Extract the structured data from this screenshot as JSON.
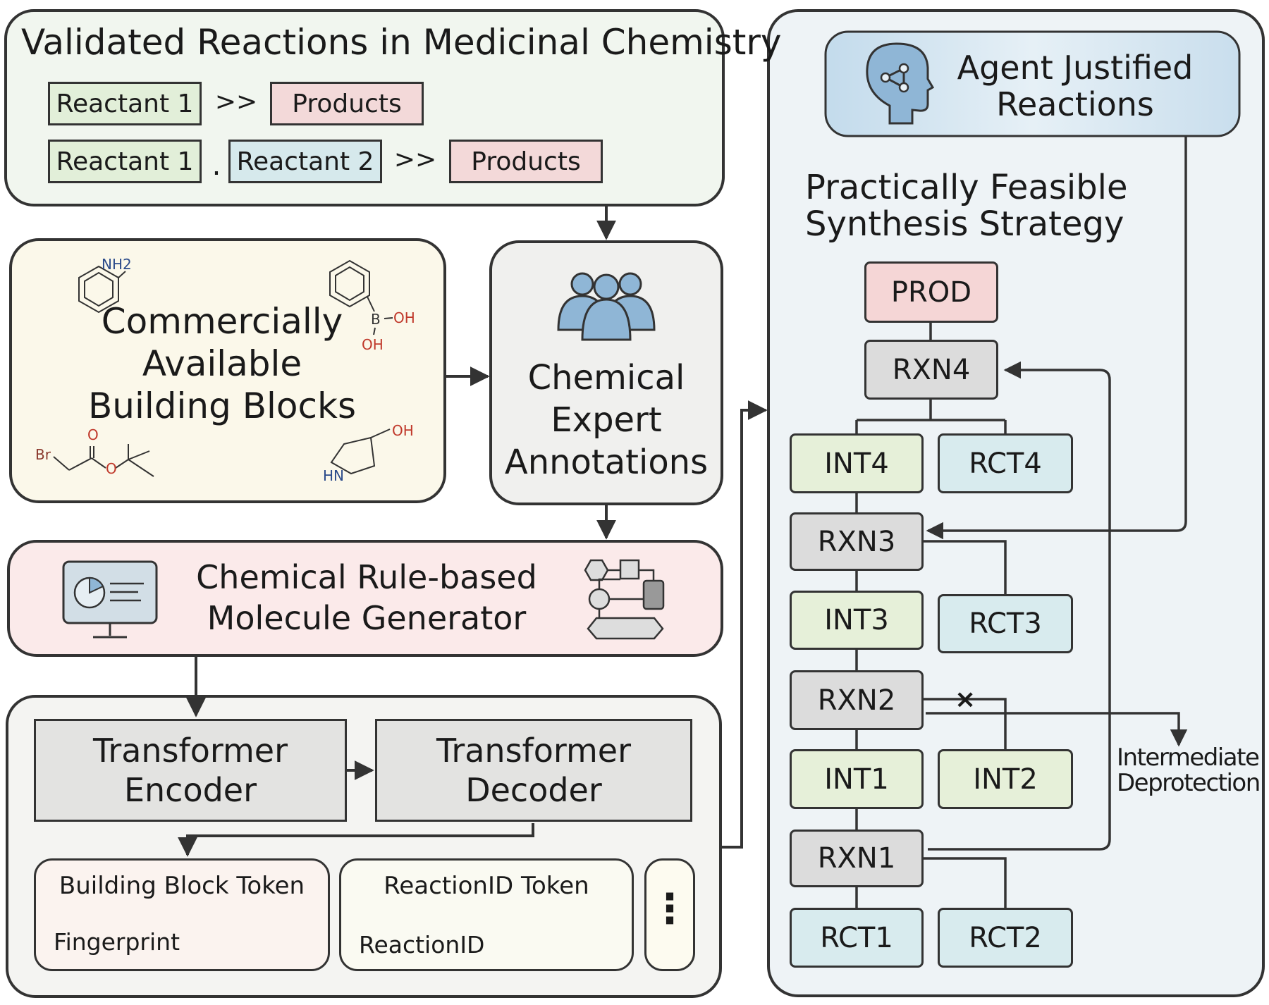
{
  "validated": {
    "title": "Validated Reactions in Medicinal Chemistry",
    "row1": [
      "Reactant 1",
      ">>",
      "Products"
    ],
    "row2": [
      "Reactant 1",
      ".",
      "Reactant 2",
      ">>",
      "Products"
    ]
  },
  "building_blocks": {
    "title_lines": [
      "Commercially",
      "Available",
      "Building Blocks"
    ],
    "atoms": {
      "nh2": "NH2",
      "b": "B",
      "oh1": "OH",
      "oh2": "OH",
      "br": "Br",
      "o1": "O",
      "o2": "O",
      "oh3": "OH",
      "hn": "HN"
    }
  },
  "expert": {
    "lines": [
      "Chemical",
      "Expert",
      "Annotations"
    ]
  },
  "generator": {
    "lines": [
      "Chemical Rule-based",
      "Molecule Generator"
    ]
  },
  "transformer": {
    "encoder": [
      "Transformer",
      "Encoder"
    ],
    "decoder": [
      "Transformer",
      "Decoder"
    ],
    "bb_token": "Building Block Token",
    "fingerprint": "Fingerprint",
    "rxn_token": "ReactionID Token",
    "reaction_id": "ReactionID",
    "ellipsis": "⋮"
  },
  "right_panel": {
    "agent": [
      "Agent Justified",
      "Reactions"
    ],
    "strategy": [
      "Practically Feasible",
      "Synthesis Strategy"
    ],
    "nodes": {
      "prod": "PROD",
      "rxn4": "RXN4",
      "int4": "INT4",
      "rct4": "RCT4",
      "rxn3": "RXN3",
      "int3": "INT3",
      "rct3": "RCT3",
      "rxn2": "RXN2",
      "int1": "INT1",
      "int2": "INT2",
      "rxn1": "RXN1",
      "rct1": "RCT1",
      "rct2": "RCT2"
    },
    "x_mark": "×",
    "side_note": [
      "Intermediate",
      "Deprotection"
    ]
  },
  "colors": {
    "reactant": "#e2efd9",
    "product": "#f3d9d9",
    "reactant2": "#d6e9ec",
    "rxn": "#dcdcdc",
    "int": "#e6f0d9",
    "rct": "#d8ebee",
    "prod": "#f5d6d6",
    "panel_left_top": "#f1f6ef",
    "panel_bb": "#fbf8ea",
    "panel_expert": "#f0f0ee",
    "panel_gen": "#fbeaea",
    "panel_tr": "#f4f4f2",
    "panel_right": "#eef3f6",
    "agent": "#cfe2ee",
    "icon_blue": "#8fb6d6"
  }
}
